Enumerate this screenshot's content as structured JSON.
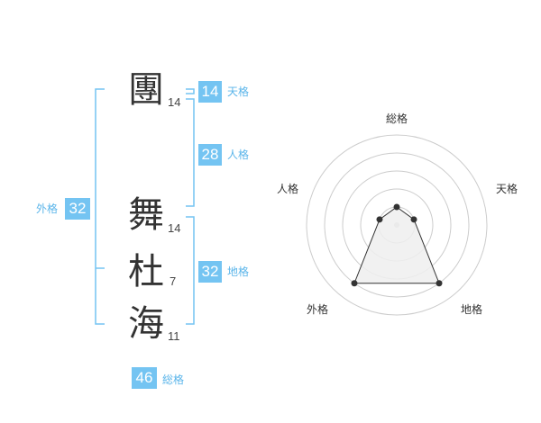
{
  "name": {
    "characters": [
      {
        "char": "團",
        "strokes": "14"
      },
      {
        "char": "舞",
        "strokes": "14"
      },
      {
        "char": "杜",
        "strokes": "7"
      },
      {
        "char": "海",
        "strokes": "11"
      }
    ]
  },
  "kakusu": {
    "tenkaku": {
      "value": "14",
      "label": "天格"
    },
    "jinkaku": {
      "value": "28",
      "label": "人格"
    },
    "chikaku": {
      "value": "32",
      "label": "地格"
    },
    "gaikaku": {
      "value": "32",
      "label": "外格"
    },
    "soukaku": {
      "value": "46",
      "label": "総格"
    }
  },
  "radar": {
    "axes": [
      "総格",
      "天格",
      "地格",
      "外格",
      "人格"
    ],
    "levels": 5,
    "values": [
      1,
      1,
      4,
      4,
      1
    ],
    "colors": {
      "fill": "#eeeeee",
      "stroke": "#333333",
      "grid": "#cccccc",
      "bracket": "#74c4f2"
    }
  }
}
